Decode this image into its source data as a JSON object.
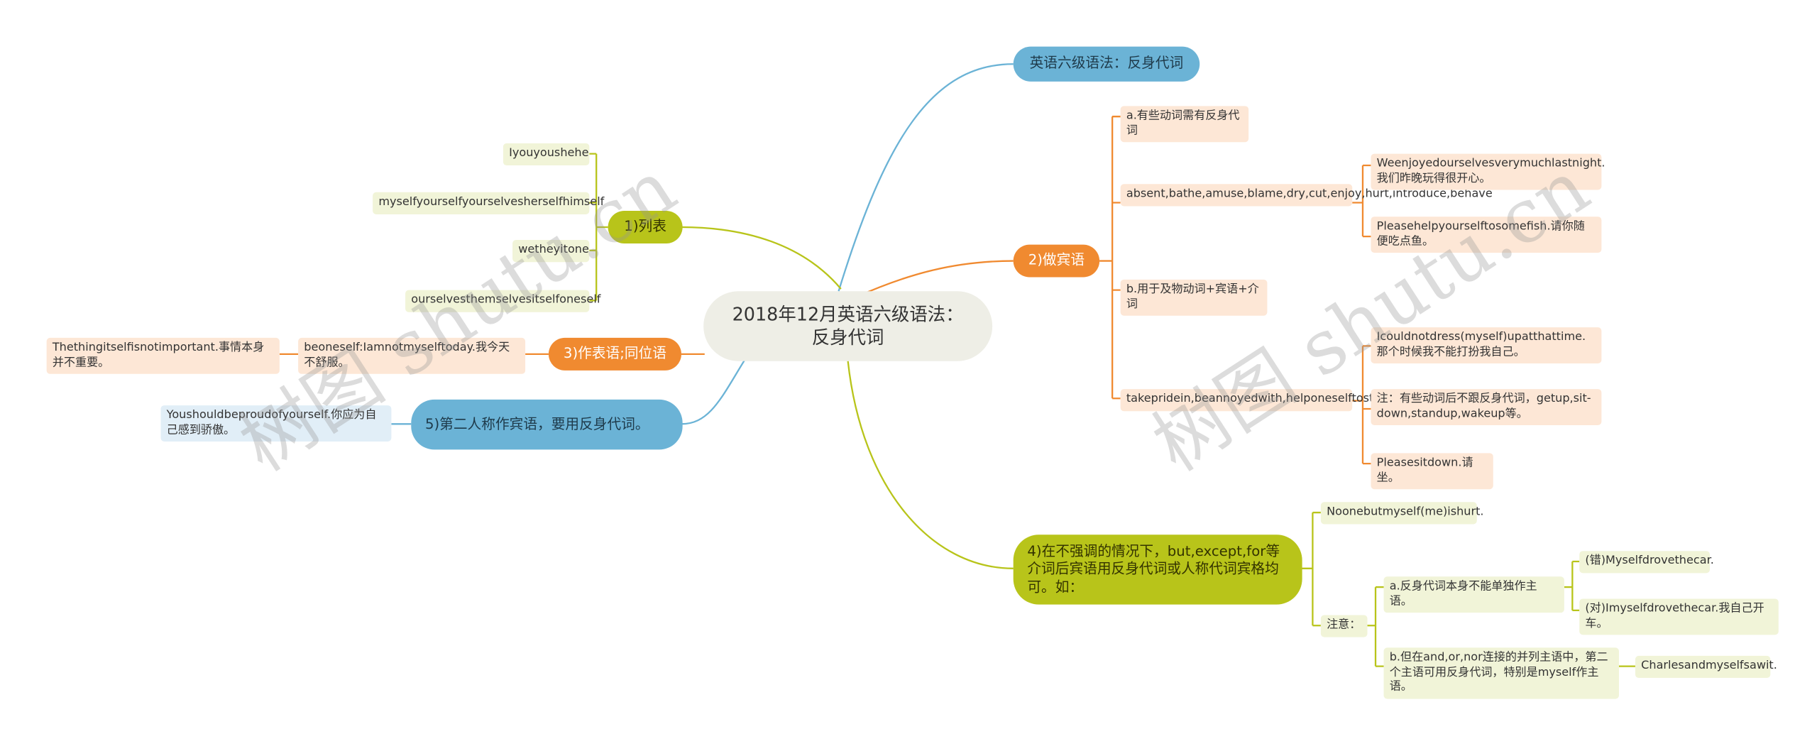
{
  "root": {
    "title": "2018年12月英语六级语法：反身代词"
  },
  "branches": {
    "b1": "英语六级语法：反身代词",
    "b2": "2)做宾语",
    "b3": "4)在不强调的情况下，but,except,for等介词后宾语用反身代词或人称代词宾格均可。如：",
    "b4": "1)列表",
    "b5": "3)作表语;同位语",
    "b6": "5)第二人称作宾语，要用反身代词。"
  },
  "leaves": {
    "r_a": "a.有些动词需有反身代词",
    "r_absent": "absent,bathe,amuse,blame,dry,cut,enjoy,hurt,introduce,behave",
    "r_we": "Weenjoyedourselvesverymuchlastnight.我们昨晚玩得很开心。",
    "r_please": "Pleasehelpyourselftosomefish.请你随便吃点鱼。",
    "r_b": "b.用于及物动词+宾语+介词",
    "r_take": "takepridein,beannoyedwith,helponeselftosth.",
    "r_icould": "Icouldnotdress(myself)upatthattime.那个时候我不能打扮我自己。",
    "r_note": "注：有些动词后不跟反身代词，getup,sit-down,standup,wakeup等。",
    "r_sit": "Pleasesitdown.请坐。",
    "r_noone": "Noonebutmyself(me)ishurt.",
    "r_zhu": "注意：",
    "r_na": "a.反身代词本身不能单独作主语。",
    "r_wrong": "(错)Myselfdrovethecar.",
    "r_right": "(对)Imyselfdrovethecar.我自己开车。",
    "r_nb": "b.但在and,or,nor连接的并列主语中，第二个主语可用反身代词，特别是myself作主语。",
    "r_charles": "Charlesandmyselfsawit.",
    "l_i": "Iyouyoushehe",
    "l_my": "myselfyourselfyourselvesherselfhimself",
    "l_we": "wetheyitone",
    "l_our": "ourselvesthemselvesitselfoneself",
    "l_be": "beoneself:Iamnotmyselftoday.我今天不舒服。",
    "l_thing": "Thethingitselfisnotimportant.事情本身并不重要。",
    "l_you": "Youshouldbeproudofyourself.你应为自己感到骄傲。"
  },
  "watermarks": [
    "树图 shutu.cn",
    "树图 shutu.cn"
  ],
  "colors": {
    "blue": "#6bb3d6",
    "orange": "#f08a30",
    "olive": "#b8c41a",
    "root_bg": "#eeeee6"
  }
}
